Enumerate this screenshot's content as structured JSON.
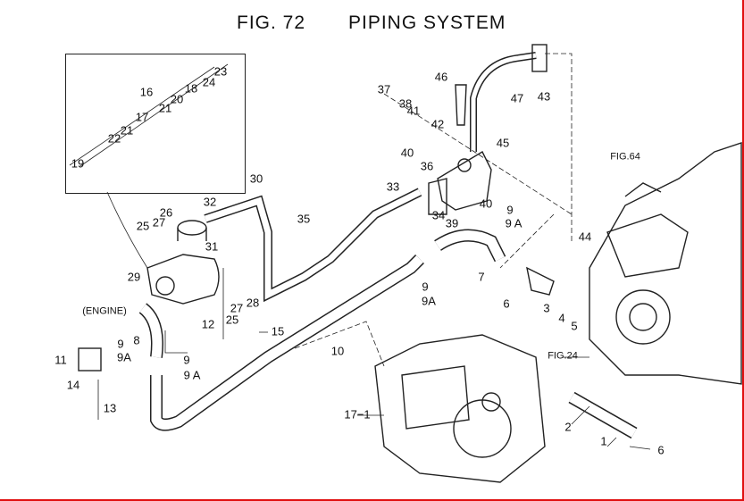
{
  "figure": {
    "number": "FIG. 72",
    "title": "PIPING SYSTEM"
  },
  "callouts": [
    "23",
    "24",
    "18",
    "20",
    "16",
    "21",
    "17",
    "22",
    "21",
    "19",
    "30",
    "32",
    "26",
    "27",
    "25",
    "31",
    "29",
    "(ENGINE)",
    "8",
    "12",
    "27",
    "25",
    "28",
    "15",
    "11",
    "9",
    "9A",
    "9",
    "9 A",
    "14",
    "13",
    "35",
    "10",
    "33",
    "34",
    "39",
    "9",
    "9 A",
    "7",
    "6",
    "3",
    "4",
    "5",
    "9",
    "9A",
    "37",
    "38",
    "46",
    "41",
    "42",
    "47",
    "43",
    "45",
    "40",
    "36",
    "40",
    "44",
    "FIG.64",
    "FIG.24",
    "17−1",
    "2",
    "1",
    "6"
  ]
}
